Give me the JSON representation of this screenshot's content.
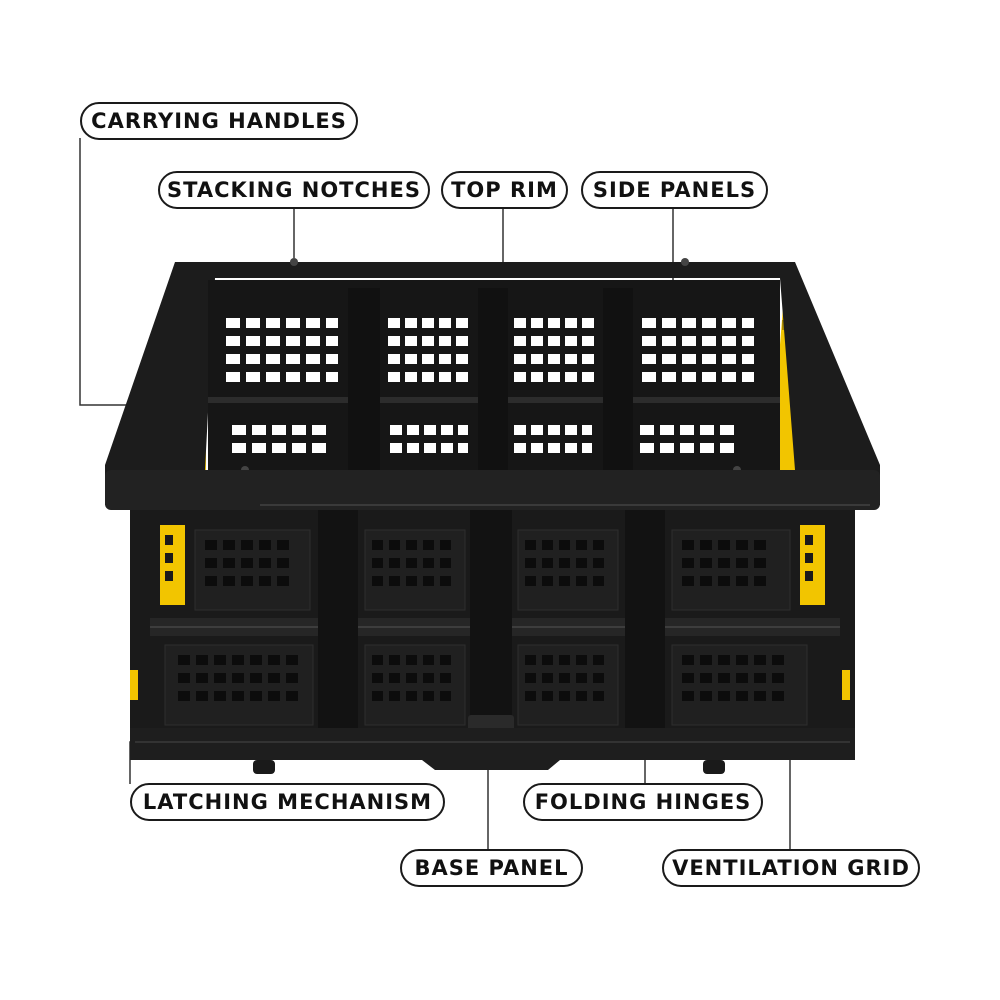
{
  "labels": {
    "carrying_handles": "CARRYING HANDLES",
    "stacking_notches": "STACKING NOTCHES",
    "top_rim": "TOP RIM",
    "side_panels": "SIDE PANELS",
    "latching_mechanism": "LATCHING MECHANISM",
    "folding_hinges": "FOLDING HINGES",
    "base_panel": "BASE PANEL",
    "ventilation_grid": "VENTILATION GRID"
  },
  "colors": {
    "crate_body": "#1c1c1c",
    "crate_shadow": "#0d0d0d",
    "crate_highlight": "#3a3a3a",
    "side_accent": "#f2c500",
    "leader_line": "#333333"
  }
}
